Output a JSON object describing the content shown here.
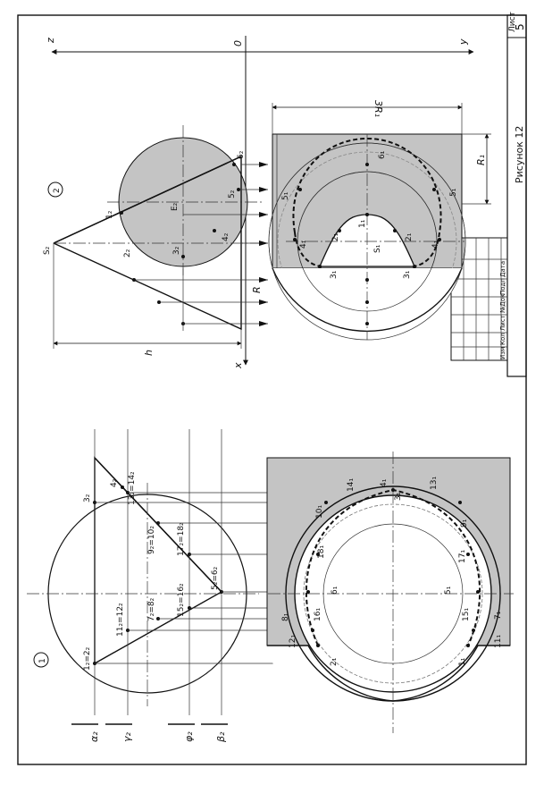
{
  "title_block": {
    "sheet_header": "Лист",
    "sheet_number": "5",
    "drawing_title": "Рисунок 12",
    "columns": [
      "Изм",
      "Кол",
      "Лист",
      "№Док",
      "Подп",
      "Дата"
    ]
  },
  "fig1": {
    "number": "1",
    "plane_labels": [
      "α₂",
      "γ₂",
      "φ₂",
      "β₂"
    ],
    "front_points": [
      "1₂=2₂",
      "3₂",
      "4₂",
      "11₂=12₂",
      "7₂=8₂",
      "9₂=10₂",
      "13₂=14₂",
      "15₂=16₂",
      "17₂=18₂",
      "5₂=6₂"
    ],
    "top_points": [
      "1₁",
      "2₁",
      "3₁",
      "4₁",
      "5₁",
      "6₁",
      "7₁",
      "8₁",
      "9₁",
      "10₁",
      "11₁",
      "12₁",
      "13₁",
      "14₁",
      "15₁",
      "16₁",
      "17₁",
      "18₁"
    ]
  },
  "fig2": {
    "number": "2",
    "axis_labels": [
      "z",
      "0",
      "y",
      "x"
    ],
    "front_points": [
      "S₂",
      "1₂",
      "2₂",
      "3₂",
      "4₂",
      "5₂",
      "6₂",
      "E₂"
    ],
    "top_points": [
      "S₁",
      "1₁",
      "2₁",
      "2₁",
      "3₁",
      "3₁",
      "4₁",
      "4₁",
      "5₁",
      "5₁",
      "6₁"
    ],
    "dimensions": [
      "R₁",
      "R",
      "h",
      "3R₁"
    ]
  },
  "colors": {
    "ink": "#111111",
    "fill": "#c4c4c4",
    "paper": "#ffffff"
  }
}
